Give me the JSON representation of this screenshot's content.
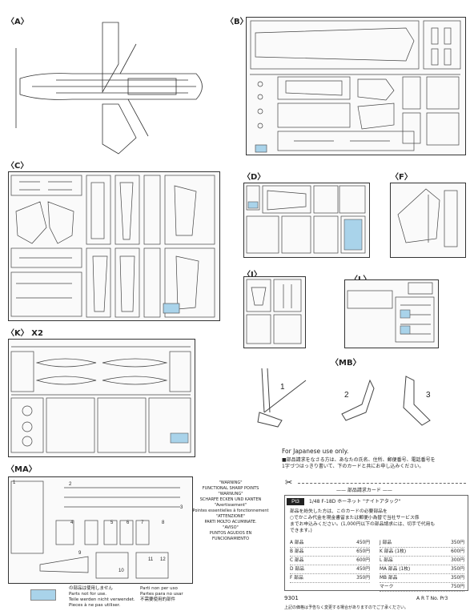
{
  "labels": {
    "A": "〈A〉",
    "B": "〈B〉",
    "C": "〈C〉",
    "D": "〈D〉",
    "F": "〈F〉",
    "J": "〈J〉",
    "L": "〈L〉",
    "K": "〈K〉 X2",
    "MB": "〈MB〉",
    "MA": "〈MA〉"
  },
  "mb_numbers": [
    "1",
    "2",
    "3"
  ],
  "ma_numbers": [
    "1",
    "2",
    "3",
    "4",
    "5",
    "6",
    "7",
    "8",
    "9",
    "10",
    "11",
    "12"
  ],
  "warning": {
    "en1": "\"WARNING\"",
    "en2": "FUNCTIONAL SHARP POINTS",
    "de1": "\"WARNUNG\"",
    "de2": "SCHARFE ECKEN UND KANTEN",
    "fr1": "\"Avertissement\"",
    "fr2": "Pointes essentielles à fonctionnement",
    "it1": "\"ATTENZIONE\"",
    "it2": "PARTI MOLTO ACUMINATE.",
    "es1": "\"AVISO\"",
    "es2": "PUNTOS AGUDOS EN FUNCIONAMIENTO"
  },
  "legend": {
    "jp": "の部品は使用しません",
    "en": "Parts not for use.",
    "de": "Teile werden nicht verwendet.",
    "fr": "Pieces à ne pas utiliser.",
    "en2": "Parti non per uso",
    "es": "Partes para no usar",
    "cn": "不需要使用的部件"
  },
  "japan": {
    "head": "For Japanese use only.",
    "p1": "■部品請求をなさる方は、あなたの氏名、住所、郵便番号、電話番号を",
    "p2": "1字づつはっきり書いて、下のカードと共にお申し込みください。",
    "card_title": "—— 部品請求カード ——",
    "pt_code": "Pt3",
    "pt_name": "1/48 F-18D ホーネット \"ナイトアタック\"",
    "c1": "部品を紛失した方は、このカードの必要部品を",
    "c2": "○でかこみ代金を現金書留または郵便小為替で当社サービス係",
    "c3": "までお申込みください。(1,000円以下の部品請求には、切手で代用も",
    "c4": "できます。)",
    "left_items": [
      {
        "name": "A 部品",
        "price": "450円"
      },
      {
        "name": "B 部品",
        "price": "650円"
      },
      {
        "name": "C 部品",
        "price": "600円"
      },
      {
        "name": "D 部品",
        "price": "450円"
      },
      {
        "name": "F 部品",
        "price": "350円"
      }
    ],
    "right_items": [
      {
        "name": "J 部品",
        "price": "350円"
      },
      {
        "name": "K 部品 (1枚)",
        "price": "600円"
      },
      {
        "name": "L 部品",
        "price": "300円"
      },
      {
        "name": "MA 部品 (1枚)",
        "price": "350円"
      },
      {
        "name": "MB 部品",
        "price": "350円"
      },
      {
        "name": "マーク",
        "price": "750円"
      }
    ],
    "kit_no": "9301",
    "art_no": "A R T  No. Pr3",
    "footer": "上記の価格は予告なく変更する場合がありますのでご了承ください。"
  },
  "colors": {
    "not_for_use": "#a9d3ea"
  }
}
